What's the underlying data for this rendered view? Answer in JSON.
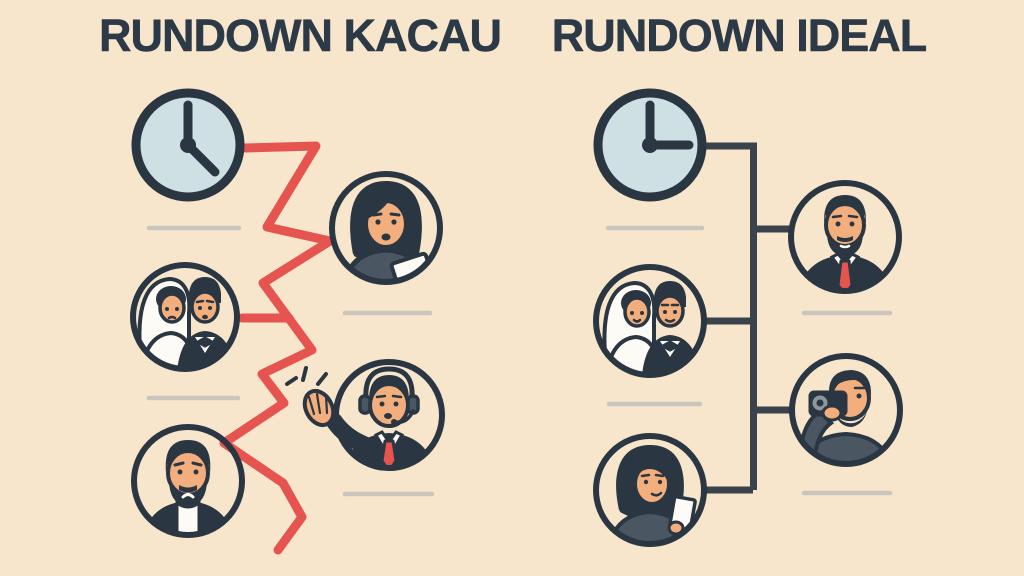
{
  "colors": {
    "background": "#f7e6cc",
    "title_text": "#2c3947",
    "ink": "#2a3642",
    "accent_red": "#e65450",
    "connector_dark": "#3a434c",
    "clock_face": "#cfe0e5",
    "placeholder_line": "#cac5bd",
    "skin": "#f2ae7d",
    "clothes_slate": "#4b5663",
    "paper_white": "#fdfbf5",
    "camera_gray": "#8e979e"
  },
  "left_panel": {
    "title": "RUNDOWN KACAU",
    "connector_style": "jagged-red-zigzag",
    "clock_time": "about 4:00",
    "nodes": [
      "clock-icon",
      "worried-woman-with-paper-avatar",
      "worried-wedding-couple-avatar",
      "mc-with-headset-waving-avatar",
      "upset-bearded-man-avatar"
    ],
    "placeholder_line_count": 4
  },
  "right_panel": {
    "title": "RUNDOWN IDEAL",
    "connector_style": "straight-orthogonal-timeline",
    "clock_time": "3:00",
    "nodes": [
      "clock-icon",
      "suit-man-red-tie-avatar",
      "calm-wedding-couple-avatar",
      "photographer-avatar",
      "woman-with-checklist-avatar"
    ],
    "placeholder_line_count": 4
  }
}
